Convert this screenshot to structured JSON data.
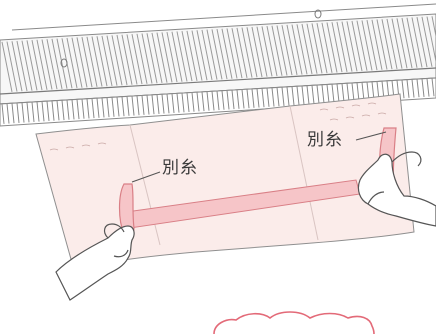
{
  "labels": {
    "left_scrap_yarn": "別糸",
    "right_scrap_yarn": "別糸"
  },
  "colors": {
    "background": "#ffffff",
    "machine_bed_fill": "#f7f7f7",
    "needle_line": "#8a8a8a",
    "fabric_fill": "#fbecea",
    "fabric_edge": "#8f8f8f",
    "scrap_yarn_fill": "#f6c5c8",
    "scrap_yarn_edge": "#d97f86",
    "skin_fill": "#ffffff",
    "outline": "#555555",
    "swatch_outline": "#e36a78"
  },
  "icons": {
    "machine": "knitting-machine-needle-bed",
    "hands": "hands-holding-scrap-yarn"
  }
}
